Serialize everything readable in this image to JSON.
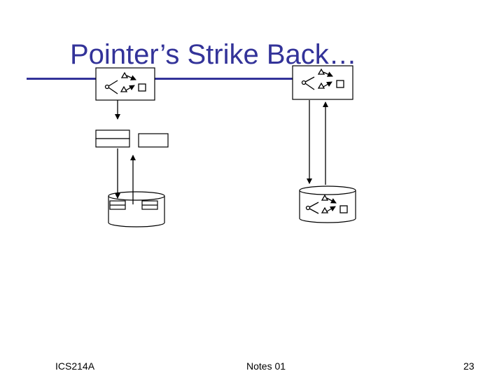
{
  "slide": {
    "title": "Pointer’s Strike Back…",
    "footer_left": "ICS214A",
    "footer_center": "Notes 01",
    "footer_right": "23"
  },
  "colors": {
    "title": "#333399",
    "rule": "#333399",
    "stroke": "#000000"
  },
  "diagram": {
    "nodes": [
      {
        "name": "memory-object-left",
        "shape": "box-with-pointers"
      },
      {
        "name": "memory-object-right",
        "shape": "box-with-pointers"
      },
      {
        "name": "buffer-record-stack",
        "shape": "stacked-rectangles"
      },
      {
        "name": "buffer-record-single",
        "shape": "rectangle"
      },
      {
        "name": "disk-left",
        "shape": "cylinder"
      },
      {
        "name": "disk-right",
        "shape": "cylinder"
      }
    ]
  }
}
